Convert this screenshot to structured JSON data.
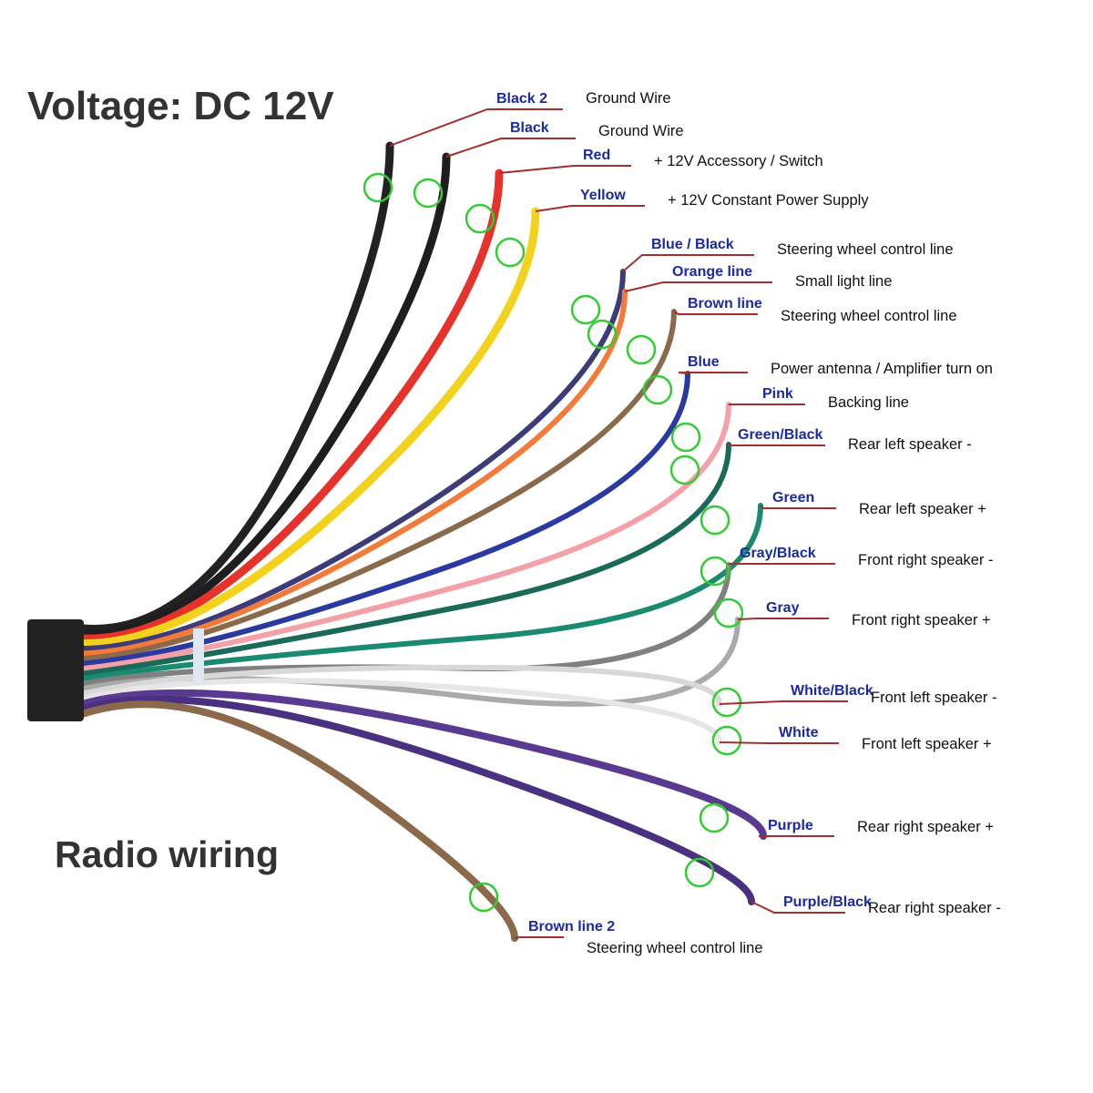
{
  "title": "Voltage: DC 12V",
  "subtitle": "Radio wiring",
  "wires": [
    {
      "color_name": "Black 2",
      "function": "Ground Wire",
      "color": "#222222"
    },
    {
      "color_name": "Black",
      "function": "Ground Wire",
      "color": "#1e1e1e"
    },
    {
      "color_name": "Red",
      "function": "+ 12V Accessory / Switch",
      "color": "#e5322a"
    },
    {
      "color_name": "Yellow",
      "function": "+ 12V Constant Power Supply",
      "color": "#f2d21c"
    },
    {
      "color_name": "Blue / Black",
      "function": "Steering wheel control line",
      "color": "#3c3c78"
    },
    {
      "color_name": "Orange line",
      "function": "Small light line",
      "color": "#f47a3a"
    },
    {
      "color_name": "Brown line",
      "function": "Steering wheel control line",
      "color": "#8a6a4a"
    },
    {
      "color_name": "Blue",
      "function": "Power antenna / Amplifier turn on",
      "color": "#2a3aa0"
    },
    {
      "color_name": "Pink",
      "function": "Backing line",
      "color": "#f4a0a8"
    },
    {
      "color_name": "Green/Black",
      "function": "Rear left speaker -",
      "color": "#1a6a5a"
    },
    {
      "color_name": "Green",
      "function": "Rear left speaker +",
      "color": "#1a8a70"
    },
    {
      "color_name": "Gray/Black",
      "function": "Front right speaker -",
      "color": "#808080"
    },
    {
      "color_name": "Gray",
      "function": "Front right speaker +",
      "color": "#aaaaaa"
    },
    {
      "color_name": "White/Black",
      "function": "Front left speaker -",
      "color": "#d8d8d8"
    },
    {
      "color_name": "White",
      "function": "Front left speaker +",
      "color": "#e6e6e6"
    },
    {
      "color_name": "Purple",
      "function": "Rear right speaker +",
      "color": "#5a3a90"
    },
    {
      "color_name": "Purple/Black",
      "function": "Rear right speaker -",
      "color": "#4a3080"
    },
    {
      "color_name": "Brown line 2",
      "function": "Steering wheel control line",
      "color": "#8a6a4a"
    }
  ],
  "colors": {
    "label_text": "#1a2aa0",
    "leader_line": "#a03030",
    "marker_circle": "#33cc33",
    "connector": "#222222"
  }
}
